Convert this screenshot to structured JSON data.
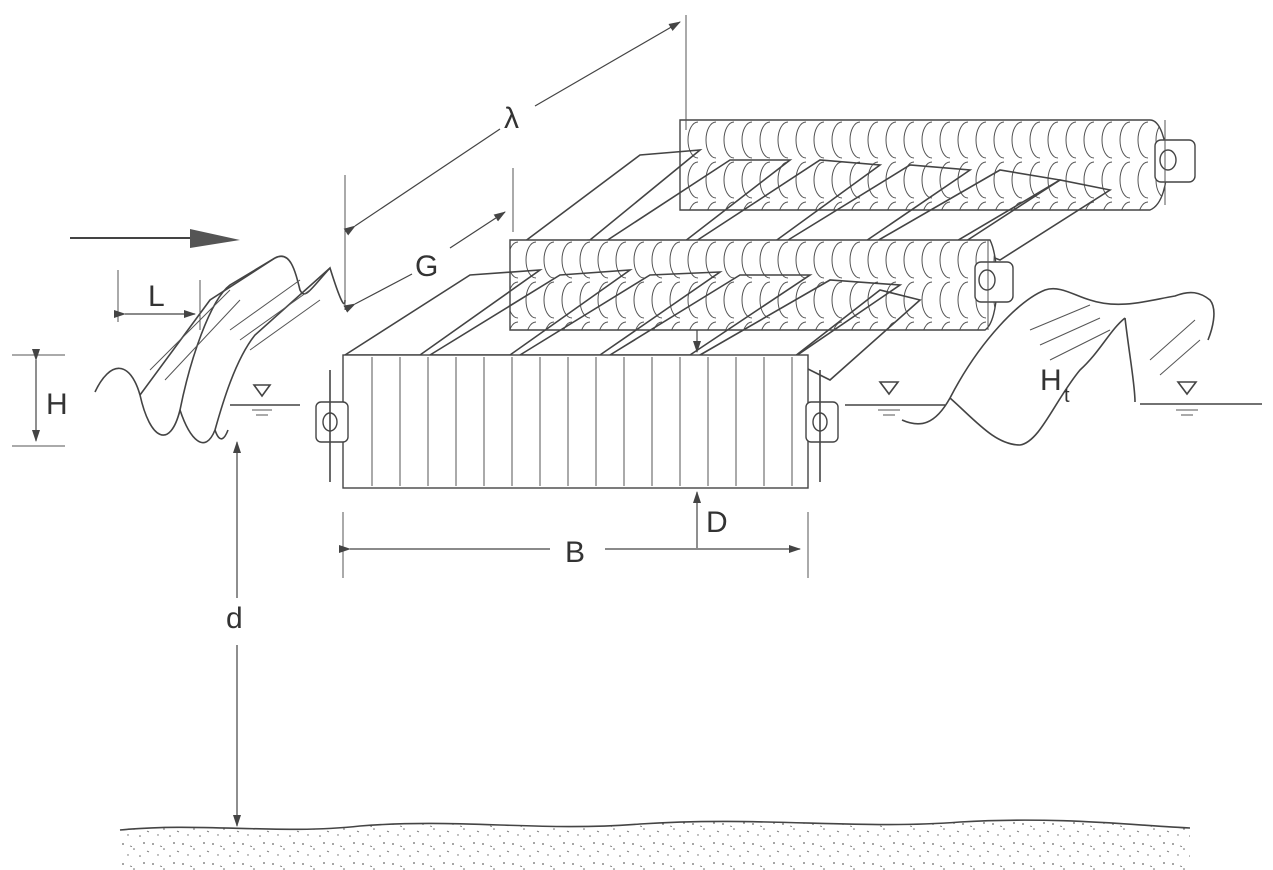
{
  "labels": {
    "wave_length": "L",
    "wave_height": "H",
    "depth": "d",
    "spacing": "λ",
    "gap": "G",
    "width": "B",
    "diameter": "D",
    "transmitted_height": "H",
    "transmitted_height_sub": "t"
  }
}
